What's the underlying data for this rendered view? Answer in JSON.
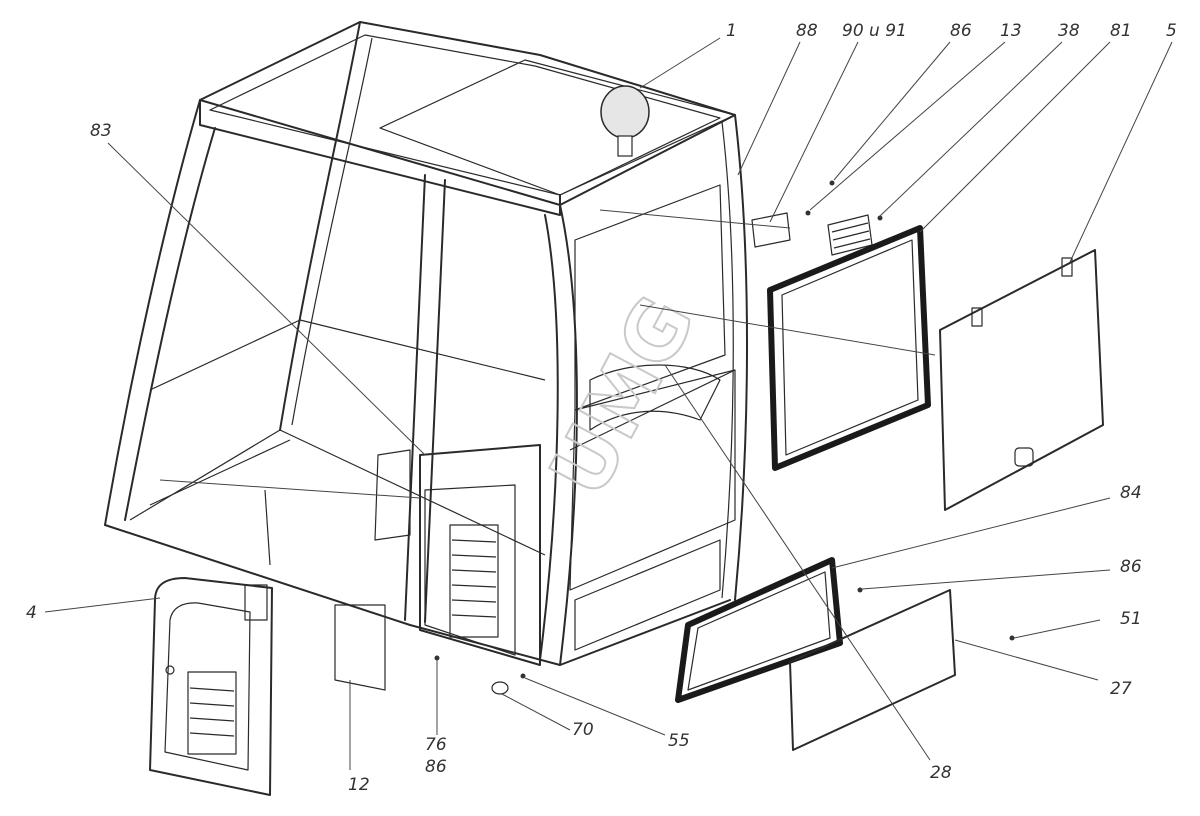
{
  "watermark": "UMG",
  "callouts": {
    "c1": "1",
    "c88": "88",
    "c90": "90 u 91",
    "c86a": "86",
    "c13": "13",
    "c38": "38",
    "c81": "81",
    "c5": "5",
    "c83": "83",
    "c84": "84",
    "c86b": "86",
    "c51": "51",
    "c27": "27",
    "c4": "4",
    "c12": "12",
    "c76": "76",
    "c86c": "86",
    "c70": "70",
    "c55": "55",
    "c28": "28"
  }
}
